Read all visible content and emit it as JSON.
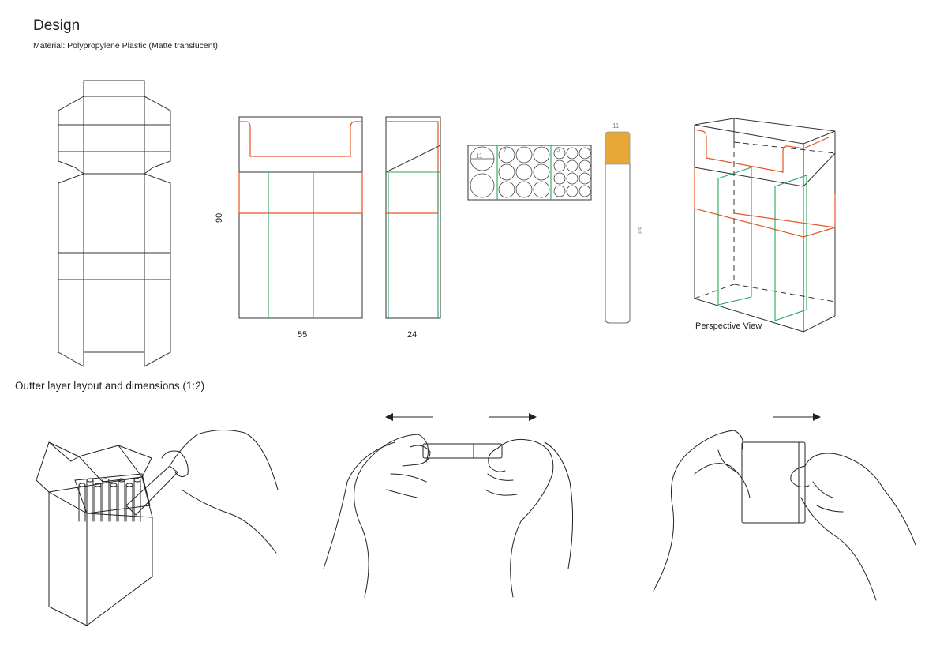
{
  "header": {
    "title": "Design",
    "material": "Material:  Polypropylene Plastic (Matte translucent)"
  },
  "front_view": {
    "height_label": "90",
    "width_label": "55"
  },
  "side_view": {
    "depth_label": "24"
  },
  "holder_top": {
    "circle_labels": [
      "11",
      "7",
      "5"
    ]
  },
  "cigarette": {
    "diameter_label": "11",
    "length_label": "68"
  },
  "perspective": {
    "label": "Perspective View"
  },
  "footer": {
    "caption": "Outter layer layout and dimensions (1:2)"
  },
  "colors": {
    "orange": "#e8542a",
    "green": "#2ba45c",
    "filter": "#e8a838"
  }
}
